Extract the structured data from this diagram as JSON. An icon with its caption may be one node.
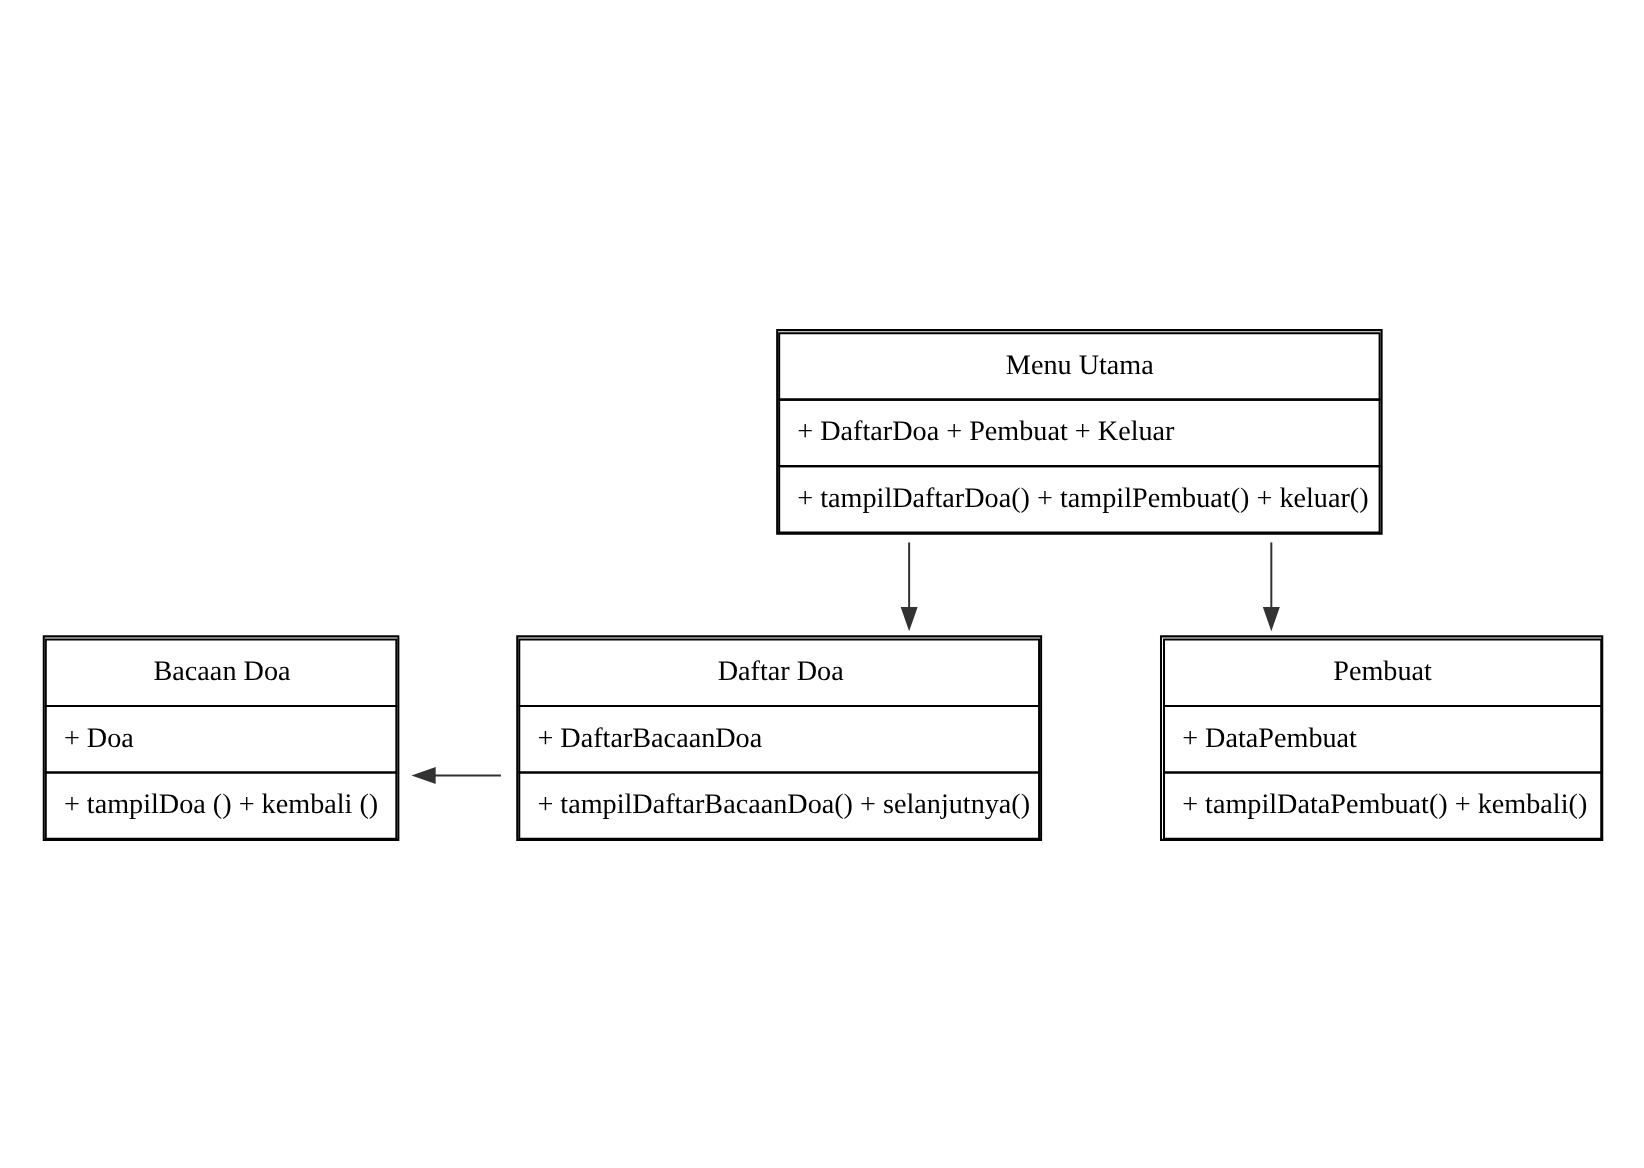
{
  "diagram": {
    "nodes": [
      {
        "text": [
          "Menu Utama",
          "+ DaftarDoa + Pembuat + Keluar",
          "+ tampilDaftarDoa() + tampilPembuat() + keluar()"
        ]
      },
      {
        "text": [
          "Bacaan Doa",
          "+ Doa",
          "+ tampilDoa () + kembali ()"
        ]
      },
      {
        "text": [
          "Daftar Doa",
          "+ DaftarBacaanDoa",
          "+ tampilDaftarBacaanDoa() + selanjutnya()"
        ]
      },
      {
        "text": [
          "Pembuat",
          "+ DataPembuat",
          "+ tampilDataPembuat() + kembali()"
        ]
      }
    ],
    "edges": [
      {
        "from": 0,
        "to": 2,
        "arrow": "to"
      },
      {
        "from": 0,
        "to": 3,
        "arrow": "to"
      },
      {
        "from": 2,
        "to": 1,
        "arrow": "to"
      }
    ]
  }
}
